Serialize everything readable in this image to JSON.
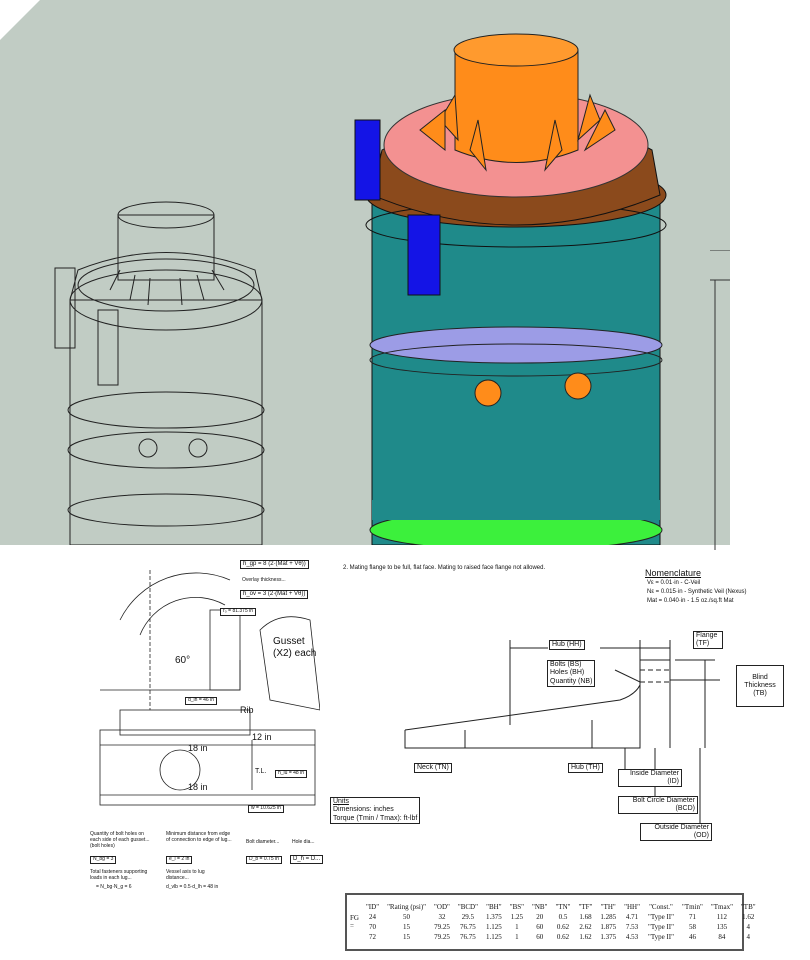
{
  "render": {
    "colors": {
      "background": "#c1ccc4",
      "vessel": "#1f8a8a",
      "nozzle": "#ff8c1a",
      "top_head": "#f39191",
      "flange_ring": "#8b4a1c",
      "lug": "#1414e6",
      "band": "#9c9ce6",
      "bottom_band": "#3cf03c"
    }
  },
  "lug_drawing": {
    "hgp": "h_gp = 8 (2·(Mat + Vθ))",
    "overlay_label": "Overlay thickness...",
    "hov": "h_ov = 3 (2·(Mat + Vθ))",
    "r0": "r₀ = 81.375 in",
    "angle": "60°",
    "gusset": "Gusset (X2) each",
    "rib": "Rib",
    "dlh": "d_lh = 46 in",
    "dim_12": "12 in",
    "dim_18a": "18 in",
    "dim_18b": "18 in",
    "tl": "T.L.",
    "hlu": "h_lu = 48 in",
    "w": "w = 10.625 in",
    "notes": [
      {
        "label": "Quantity of bolt holes on each side of each gusset... (bolt holes)",
        "value": "N_bg = 3"
      },
      {
        "label": "Minimum distance from edge of connection to edge of lug...",
        "value": "e_l = 2 in"
      },
      {
        "label": "Bolt diameter...",
        "value": "D_b = 0.75 in"
      },
      {
        "label": "Hole dia...",
        "value": "D_h = D..."
      },
      {
        "label": "Total fasteners supporting loads in each lug...",
        "value": "= N_bg·N_g = 6"
      },
      {
        "label": "Vessel axis to lug distance...",
        "value": "d_vlb = 0.5·d_lh = 48 in"
      }
    ]
  },
  "flange_drawing": {
    "note": "2.      Mating flange to be full, flat face. Mating to raised face flange not allowed.",
    "nomenclature_title": "Nomenclature",
    "nomenclature": [
      "Vε = 0.01·in - C-Veil",
      "Nε = 0.015·in - Synthetic Veil (Nexus)",
      "Mat = 0.040·in - 1.5 oz./sq.ft Mat"
    ],
    "labels": {
      "hub_hh": "Hub (HH)",
      "flange_tf": "Flange (TF)",
      "bolts": "Bolts (BS)",
      "holes": "Holes (BH)",
      "quantity": "Quantity (NB)",
      "blind": "Blind Thickness (TB)",
      "neck": "Neck (TN)",
      "hub_th": "Hub (TH)",
      "inside": "Inside Diameter (ID)",
      "bolt_circle": "Bolt Circle Diameter (BCD)",
      "outside": "Outside Diameter (OD)"
    },
    "units_title": "Units",
    "units": [
      "Dimensions: inches",
      "Torque (Tmin / Tmax): ft-lbf"
    ]
  },
  "fg_table": {
    "name": "FG =",
    "headers": [
      "\"ID\"",
      "\"Rating (psi)\"",
      "\"OD\"",
      "\"BCD\"",
      "\"BH\"",
      "\"BS\"",
      "\"NB\"",
      "\"TN\"",
      "\"TF\"",
      "\"TH\"",
      "\"HH\"",
      "\"Const.\"",
      "\"Tmin\"",
      "\"Tmax\"",
      "\"TB\""
    ],
    "rows": [
      [
        "24",
        "50",
        "32",
        "29.5",
        "1.375",
        "1.25",
        "20",
        "0.5",
        "1.68",
        "1.285",
        "4.71",
        "\"Type II\"",
        "71",
        "112",
        "1.62"
      ],
      [
        "70",
        "15",
        "79.25",
        "76.75",
        "1.125",
        "1",
        "60",
        "0.62",
        "2.62",
        "1.875",
        "7.53",
        "\"Type II\"",
        "58",
        "135",
        "4"
      ],
      [
        "72",
        "15",
        "79.25",
        "76.75",
        "1.125",
        "1",
        "60",
        "0.62",
        "1.62",
        "1.375",
        "4.53",
        "\"Type II\"",
        "46",
        "84",
        "4"
      ]
    ]
  }
}
